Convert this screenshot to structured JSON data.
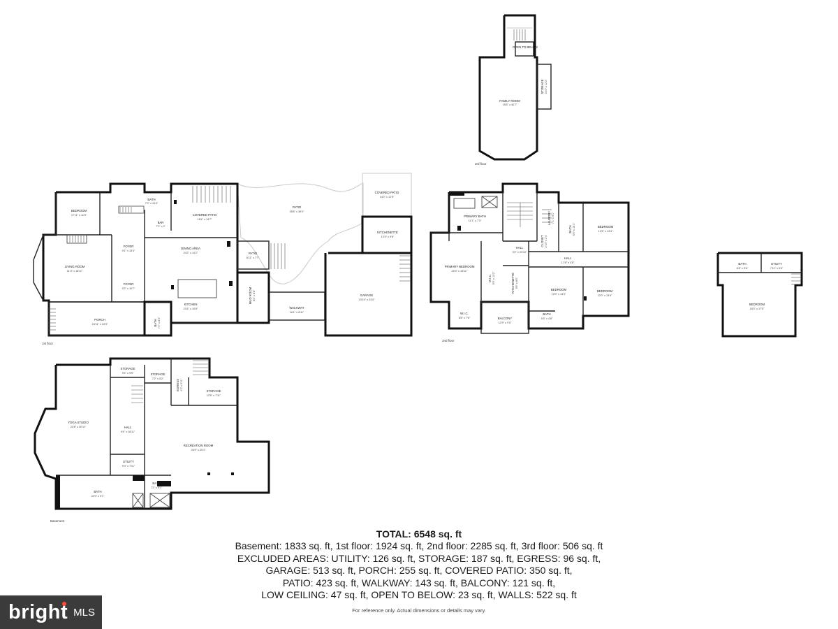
{
  "floor_labels": {
    "third": "3rd floor",
    "first": "1st floor",
    "second": "2nd floor",
    "basement": "Basement"
  },
  "rooms": {
    "third_open_below": "OPEN TO BELOW",
    "third_family": {
      "name": "FAMILY ROOM",
      "dims": "15'5\" x 40'7\""
    },
    "third_storage": {
      "name": "STORAGE",
      "dims": "3'10\" x 12'2\""
    },
    "f1_bedroom": {
      "name": "BEDROOM",
      "dims": "17'11\" x 11'5\""
    },
    "f1_bath": {
      "name": "BATH",
      "dims": "7'2\" x 4'10\""
    },
    "f1_bar": {
      "name": "BAR",
      "dims": "7'2\" x 2'"
    },
    "f1_covered_patio": {
      "name": "COVERED PATIO",
      "dims": "18'4\" x 14'7\""
    },
    "f1_patio": {
      "name": "PATIO",
      "dims": "35'8\" x 30'0\""
    },
    "f1_covered_patio2": {
      "name": "COVERED PATIO",
      "dims": "14'0\" x 12'5\""
    },
    "f1_kitchenette": {
      "name": "KITCHENETTE",
      "dims": "13'3\" x 9'8\""
    },
    "f1_foyer1": {
      "name": "FOYER",
      "dims": "9'1\" x 13'4\""
    },
    "f1_living": {
      "name": "LIVING ROOM",
      "dims": "21'3\" x 18'11\""
    },
    "f1_dining": {
      "name": "DINING AREA",
      "dims": "24'2\" x 14'2\""
    },
    "f1_patio_small": {
      "name": "PATIO",
      "dims": "8'11\" x 7'7\""
    },
    "f1_foyer2": {
      "name": "FOYER",
      "dims": "9'2\" x 10'7\""
    },
    "f1_kitchen": {
      "name": "KITCHEN",
      "dims": "23'4\" x 10'8\""
    },
    "f1_mudroom": {
      "name": "MUD ROOM",
      "dims": "8'2\" x 8'8\""
    },
    "f1_walkway": {
      "name": "WALKWAY",
      "dims": "16'1\" x 8'11\""
    },
    "f1_garage": {
      "name": "GARAGE",
      "dims": "23'10\" x 23'0\""
    },
    "f1_porch": {
      "name": "PORCH",
      "dims": "24'11\" x 10'3\""
    },
    "f1_bath2": {
      "name": "BATH",
      "dims": "7'2\" x 8'0\""
    },
    "f2_primary_bath": {
      "name": "PRIMARY BATH",
      "dims": "11'1\" x 7'3\""
    },
    "f2_laundry": {
      "name": "LAUNDRY",
      "dims": "7'1\" x 9'1\""
    },
    "f2_bath": {
      "name": "BATH",
      "dims": "5'9\" x 10'1\""
    },
    "f2_bedroom_a": {
      "name": "BEDROOM",
      "dims": "12'6\" x 13'4\""
    },
    "f2_closet": {
      "name": "CLOSET",
      "dims": "2'10\" x 2'4\""
    },
    "f2_hall1": {
      "name": "HALL",
      "dims": "9'2\" x 23'10\""
    },
    "f2_hall2": {
      "name": "HALL",
      "dims": "17'8\" x 4'8\""
    },
    "f2_primary_bed": {
      "name": "PRIMARY BEDROOM",
      "dims": "20'0\" x 18'11\""
    },
    "f2_wic1": {
      "name": "W.I.C.",
      "dims": "5'5\" x 12'2\""
    },
    "f2_kitchenette": {
      "name": "KITCHENETTE",
      "dims": "5'9\" x 8'5\""
    },
    "f2_bedroom_b": {
      "name": "BEDROOM",
      "dims": "12'9\" x 13'4\""
    },
    "f2_bedroom_c": {
      "name": "BEDROOM",
      "dims": "12'0\" x 13'4\""
    },
    "f2_wic2": {
      "name": "W.I.C.",
      "dims": "8'8\" x 7'6\""
    },
    "f2_balcony": {
      "name": "BALCONY",
      "dims": "12'9\" x 9'0\""
    },
    "f2_bath2": {
      "name": "BATH",
      "dims": "5'3\" x 4'8\""
    },
    "g_bath": {
      "name": "BATH",
      "dims": "6'8\" x 5'6\""
    },
    "g_utility": {
      "name": "UTILITY",
      "dims": "7'11\" x 5'6\""
    },
    "g_bedroom": {
      "name": "BEDROOM",
      "dims": "18'3\" x 17'5\""
    },
    "b_storage1": {
      "name": "STORAGE",
      "dims": "9'4\" x 5'5\""
    },
    "b_storage2": {
      "name": "STORAGE",
      "dims": "7'2\" x 5'2\""
    },
    "b_egress": {
      "name": "EGRESS",
      "dims": "4'2\" x 5'11\""
    },
    "b_storage3": {
      "name": "STORAGE",
      "dims": "12'6\" x 7'11\""
    },
    "b_yoga": {
      "name": "YOGA STUDIO",
      "dims": "20'8\" x 30'11\""
    },
    "b_hall": {
      "name": "HALL",
      "dims": "9'4\" x 18'11\""
    },
    "b_rec": {
      "name": "RECREATION ROOM",
      "dims": "34'9\" x 25'1\""
    },
    "b_utility": {
      "name": "UTILITY",
      "dims": "9'4\" x 7'11\""
    },
    "b_bath1": {
      "name": "BATH",
      "dims": "24'0\" x 9'1\""
    },
    "b_bath2": {
      "name": "BATH",
      "dims": "7'2\" x 9'1\""
    }
  },
  "summary": {
    "total": "TOTAL: 6548 sq. ft",
    "lines": [
      "Basement: 1833 sq. ft, 1st floor: 1924 sq. ft, 2nd floor: 2285 sq. ft, 3rd floor: 506 sq. ft",
      "EXCLUDED AREAS: UTILITY: 126 sq. ft, STORAGE: 187 sq. ft, EGRESS: 96 sq. ft,",
      "GARAGE: 513 sq. ft, PORCH: 255 sq. ft, COVERED PATIO: 350 sq. ft,",
      "PATIO: 423 sq. ft, WALKWAY: 143 sq. ft, BALCONY: 121 sq. ft,",
      "LOW CEILING: 47 sq. ft, OPEN TO BELOW: 23 sq. ft, WALLS: 522 sq. ft"
    ],
    "note": "For reference only. Actual dimensions or details may vary."
  },
  "logo": {
    "word": "bright",
    "suffix": "MLS",
    "colors": {
      "background": "#3b3b3b",
      "accent": "#ff4b36"
    }
  }
}
